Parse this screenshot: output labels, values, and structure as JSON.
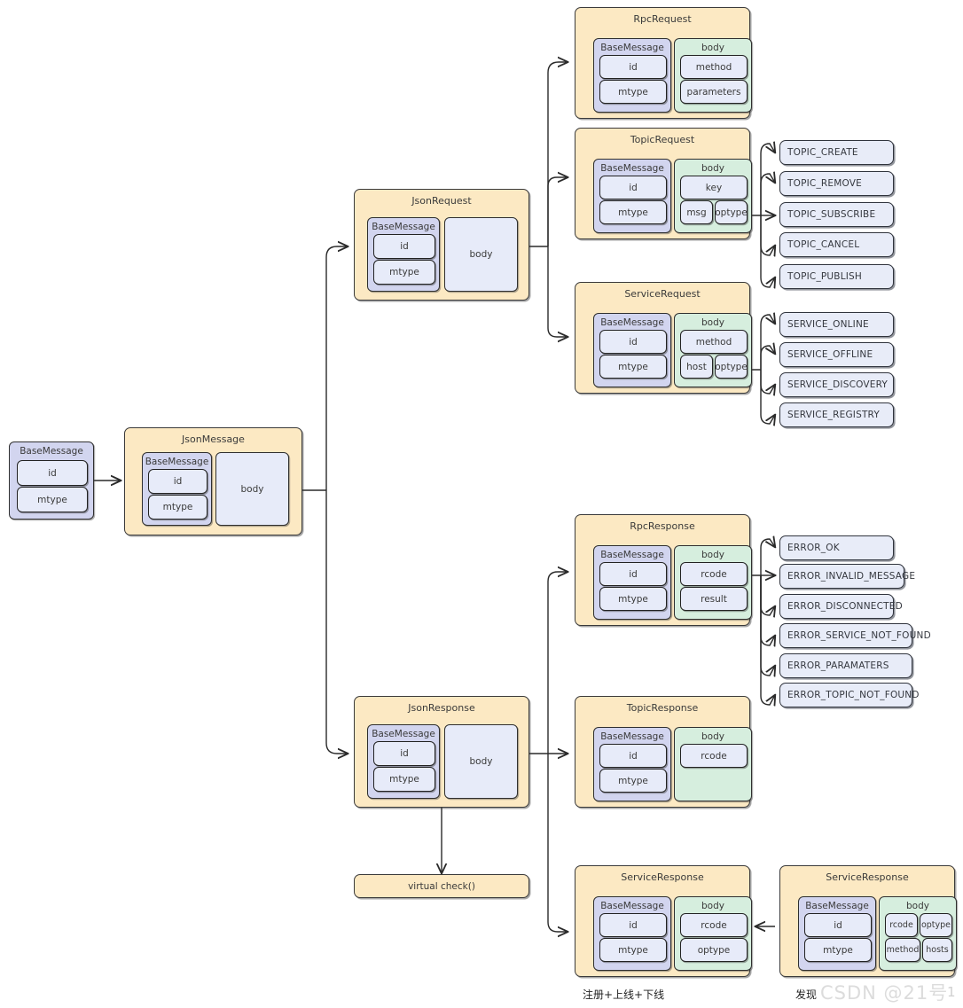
{
  "diagram": {
    "title": "JsonMessage protocol class hierarchy",
    "colors": {
      "outer_fill": "#fce9c3",
      "basemessage_fill": "#d2d5ef",
      "body_fill": "#d6eede",
      "field_fill": "#e7ebf9",
      "enum_fill": "#e8ecf8",
      "stroke": "#2f2f2f"
    },
    "labels": {
      "base_message": "BaseMessage",
      "body": "body",
      "id": "id",
      "mtype": "mtype"
    }
  },
  "nodes": {
    "base_message_root": {
      "title": "BaseMessage",
      "fields": [
        "id",
        "mtype"
      ]
    },
    "json_message": {
      "title": "JsonMessage",
      "base": "BaseMessage",
      "base_fields": [
        "id",
        "mtype"
      ],
      "body_label": "body"
    },
    "json_request": {
      "title": "JsonRequest",
      "base": "BaseMessage",
      "base_fields": [
        "id",
        "mtype"
      ],
      "body_label": "body"
    },
    "json_response": {
      "title": "JsonResponse",
      "base": "BaseMessage",
      "base_fields": [
        "id",
        "mtype"
      ],
      "body_label": "body"
    },
    "rpc_request": {
      "title": "RpcRequest",
      "base": "BaseMessage",
      "base_fields": [
        "id",
        "mtype"
      ],
      "body_label": "body",
      "body_fields": [
        "method",
        "parameters"
      ]
    },
    "topic_request": {
      "title": "TopicRequest",
      "base": "BaseMessage",
      "base_fields": [
        "id",
        "mtype"
      ],
      "body_label": "body",
      "body_fields": [
        "key"
      ],
      "body_pair": [
        "msg",
        "optype"
      ]
    },
    "service_request": {
      "title": "ServiceRequest",
      "base": "BaseMessage",
      "base_fields": [
        "id",
        "mtype"
      ],
      "body_label": "body",
      "body_fields": [
        "method"
      ],
      "body_pair": [
        "host",
        "optype"
      ]
    },
    "rpc_response": {
      "title": "RpcResponse",
      "base": "BaseMessage",
      "base_fields": [
        "id",
        "mtype"
      ],
      "body_label": "body",
      "body_fields": [
        "rcode",
        "result"
      ]
    },
    "topic_response": {
      "title": "TopicResponse",
      "base": "BaseMessage",
      "base_fields": [
        "id",
        "mtype"
      ],
      "body_label": "body",
      "body_fields": [
        "rcode"
      ]
    },
    "service_response_left": {
      "title": "ServiceResponse",
      "base": "BaseMessage",
      "base_fields": [
        "id",
        "mtype"
      ],
      "body_label": "body",
      "body_fields": [
        "rcode",
        "optype"
      ]
    },
    "service_response_right": {
      "title": "ServiceResponse",
      "base": "BaseMessage",
      "base_fields": [
        "id",
        "mtype"
      ],
      "body_label": "body",
      "body_grid": [
        "rcode",
        "optype",
        "method",
        "hosts"
      ]
    },
    "virtual_check": {
      "label": "virtual check()"
    }
  },
  "enums": {
    "topic_optype": [
      "TOPIC_CREATE",
      "TOPIC_REMOVE",
      "TOPIC_SUBSCRIBE",
      "TOPIC_CANCEL",
      "TOPIC_PUBLISH"
    ],
    "service_optype": [
      "SERVICE_ONLINE",
      "SERVICE_OFFLINE",
      "SERVICE_DISCOVERY",
      "SERVICE_REGISTRY"
    ],
    "rcode": [
      "ERROR_OK",
      "ERROR_INVALID_MESSAGE",
      "ERROR_DISCONNECTED",
      "ERROR_SERVICE_NOT_FOUND",
      "ERROR_PARAMATERS",
      "ERROR_TOPIC_NOT_FOUND"
    ]
  },
  "captions": {
    "register": "注册+上线+下线",
    "discover": "发现"
  },
  "watermark": {
    "text": "CSDN @21号",
    "page": "1"
  }
}
